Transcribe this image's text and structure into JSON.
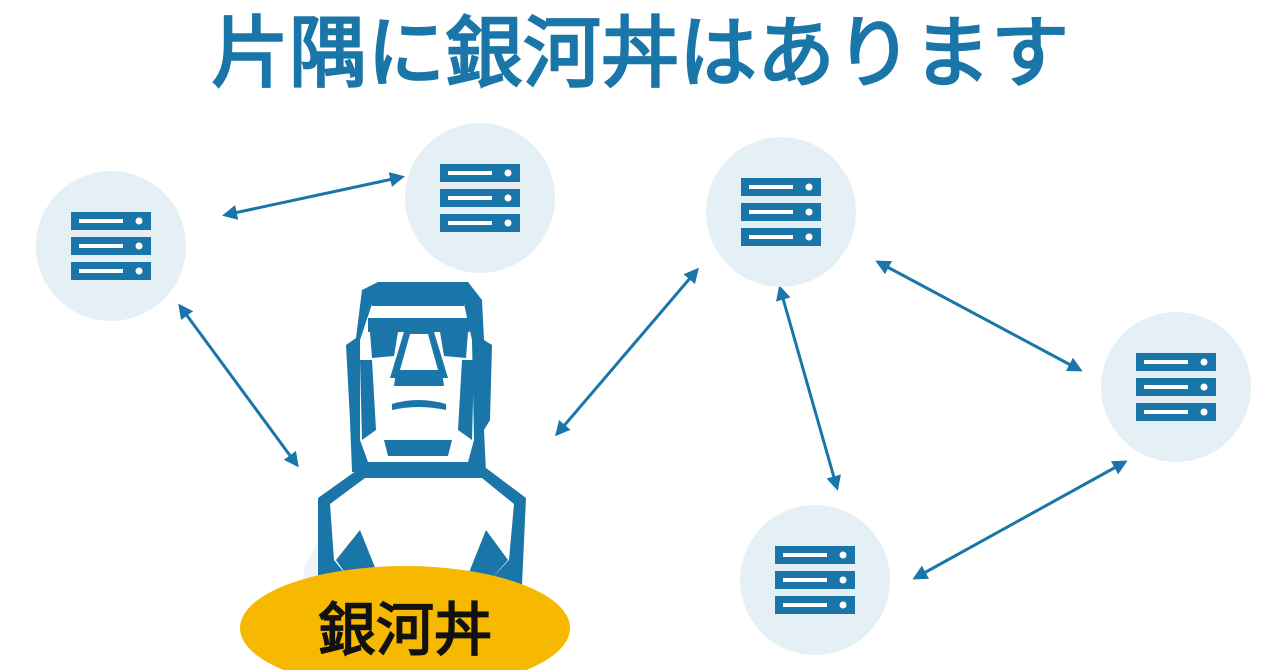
{
  "title": "片隅に銀河丼はあります",
  "badge_label": "銀河丼",
  "colors": {
    "primary": "#1a75a8",
    "node_bg": "#e4eff6",
    "badge": "#f6b900",
    "badge_text": "#111111",
    "background": "#ffffff"
  },
  "nodes": [
    {
      "id": "server-left",
      "icon": "server-icon"
    },
    {
      "id": "server-top-mid",
      "icon": "server-icon"
    },
    {
      "id": "server-top-right",
      "icon": "server-icon"
    },
    {
      "id": "server-far-right",
      "icon": "server-icon"
    },
    {
      "id": "server-bottom-right",
      "icon": "server-icon"
    },
    {
      "id": "moai-instance",
      "icon": "moai-icon"
    }
  ],
  "connections": [
    {
      "from": "server-left",
      "to": "server-top-mid"
    },
    {
      "from": "server-left",
      "to": "moai-instance"
    },
    {
      "from": "moai-instance",
      "to": "server-top-right"
    },
    {
      "from": "server-top-right",
      "to": "server-bottom-right"
    },
    {
      "from": "server-top-right",
      "to": "server-far-right"
    },
    {
      "from": "server-bottom-right",
      "to": "server-far-right"
    }
  ]
}
